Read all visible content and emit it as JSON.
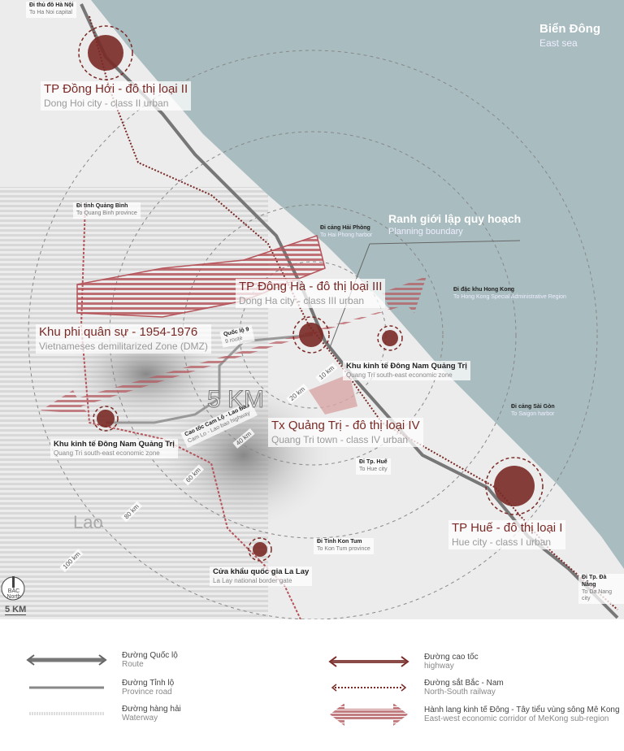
{
  "sea": {
    "vi": "Biển Đông",
    "en": "East sea"
  },
  "boundary": {
    "vi": "Ranh giới lập quy hoạch",
    "en": "Planning boundary"
  },
  "cities": [
    {
      "vi": "TP Đồng Hới - đô thị loại II",
      "en": "Dong Hoi city - class II urban"
    },
    {
      "vi": "TP Đông Hà - đô thị loại III",
      "en": "Dong Ha city - class III urban"
    },
    {
      "vi": "Tx Quảng Trị - đô thị loại IV",
      "en": "Quang Tri town - class IV urban"
    },
    {
      "vi": "TP Huế - đô thị loại I",
      "en": "Hue city - class I urban"
    }
  ],
  "dmz": {
    "vi": "Khu phi quân sự - 1954-1976",
    "en": "Vietnameses demilitarized Zone (DMZ)"
  },
  "zones": [
    {
      "vi": "Khu kinh tế Đông Nam Quảng Trị",
      "en": "Quang Tri south-east economic zone"
    },
    {
      "vi": "Khu kinh tế Đông Nam Quảng Trị",
      "en": "Quang Tri south-east economic zone"
    },
    {
      "vi": "Cửa khẩu quốc gia La Lay",
      "en": "La Lay national border gate"
    }
  ],
  "directions": [
    {
      "vi": "Đi thủ đô Hà Nội",
      "en": "To Ha Noi capital"
    },
    {
      "vi": "Đi tỉnh Quảng Bình",
      "en": "To Quang Binh province"
    },
    {
      "vi": "Đi cảng Hải Phòng",
      "en": "To Hai Phong harbor"
    },
    {
      "vi": "Đi đặc khu Hong Kong",
      "en": "To Hong Kong Special Administrative Region"
    },
    {
      "vi": "Đi cảng Sài Gòn",
      "en": "To Saigon harbor"
    },
    {
      "vi": "Đi Tp. Huế",
      "en": "To Hue city"
    },
    {
      "vi": "Đi Tỉnh Kon Tum",
      "en": "To Kon Tum province"
    },
    {
      "vi": "Đi Tp. Đà Nẵng",
      "en": "To Da Nang city"
    }
  ],
  "roads": {
    "ql9_vi": "Quốc lộ 9",
    "ql9_en": "9 route",
    "hw_vi": "Cao tốc Cam Lộ - Lao Bảo",
    "hw_en": "Cam Lo - Lao bao highway"
  },
  "distances": [
    "10 km",
    "20 km",
    "40 km",
    "60 km",
    "80 km",
    "100 km"
  ],
  "radius_label": "5 KM",
  "country": "Lao",
  "compass": {
    "vi": "BẮC",
    "en": "North"
  },
  "scale": "5 KM",
  "legend": [
    {
      "vi": "Đường Quốc lộ",
      "en": "Route"
    },
    {
      "vi": "Đường Tỉnh lộ",
      "en": "Province road"
    },
    {
      "vi": "Đường hàng hải",
      "en": "Waterway"
    },
    {
      "vi": "Đường cao tốc",
      "en": "highway"
    },
    {
      "vi": "Đường sắt Bắc - Nam",
      "en": "North-South railway"
    },
    {
      "vi": "Hành lang kinh tế Đông - Tây tiểu vùng sông Mê Kong",
      "en": "East-west economic corridor of MeKong sub-region"
    }
  ],
  "colors": {
    "sea": "#a9bcbf",
    "accent": "#7a2a26",
    "land": "#ececec"
  }
}
